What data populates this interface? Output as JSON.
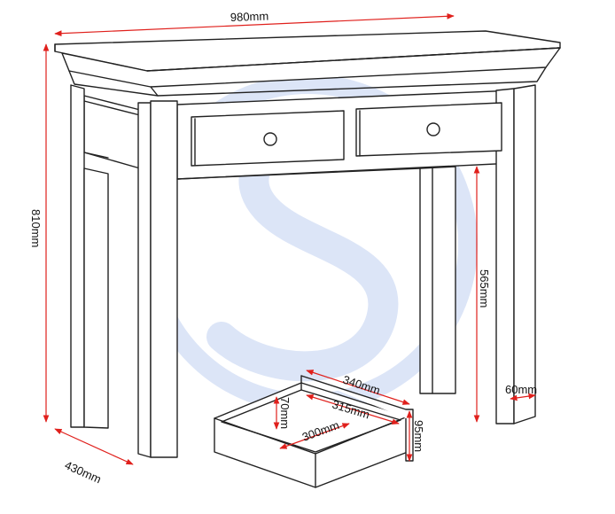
{
  "colors": {
    "dimension": "#e0201c",
    "outline": "#222222",
    "watermark": "#d8e2f6"
  },
  "watermark_icon": "s-logo-circle",
  "dimensions": {
    "width": "980mm",
    "height": "810mm",
    "depth": "430mm",
    "leg_height": "565mm",
    "leg_width": "60mm",
    "drawer_outer_length": "340mm",
    "drawer_inner_length": "315mm",
    "drawer_inner_width": "300mm",
    "drawer_inner_height": "70mm",
    "drawer_outer_height": "95mm"
  }
}
